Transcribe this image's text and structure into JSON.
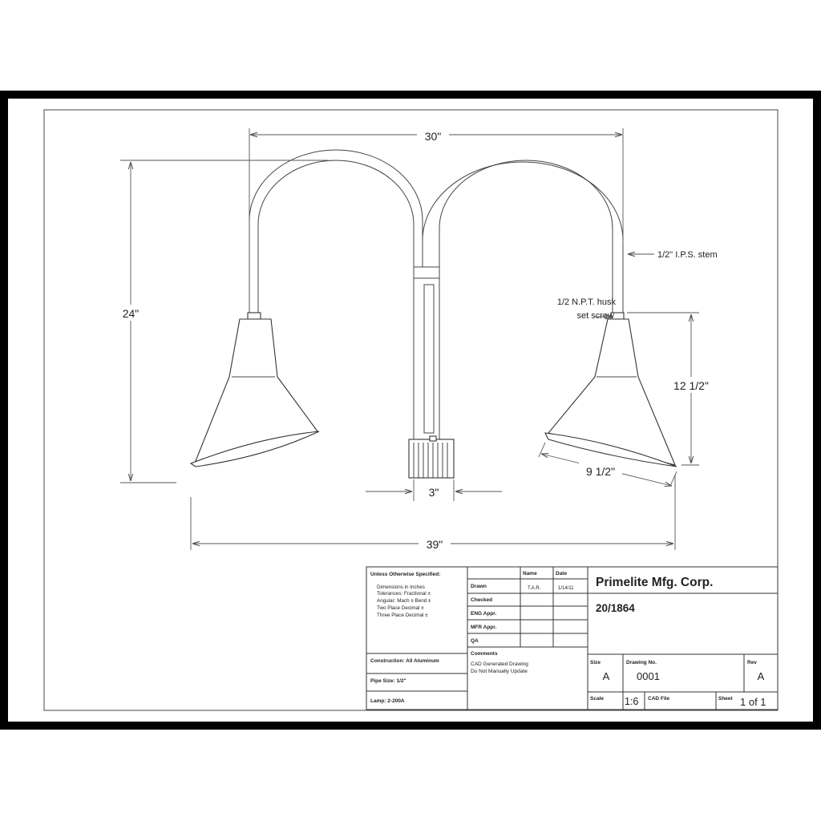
{
  "dimensions": {
    "top_width": "30\"",
    "height": "24\"",
    "lamp_height": "12 1/2\"",
    "lamp_width": "9 1/2\"",
    "pole_width": "3\"",
    "overall_width": "39\""
  },
  "callouts": {
    "stem": "1/2\" I.P.S. stem",
    "husk_line1": "1/2 N.P.T. husk",
    "husk_line2": "set screw"
  },
  "title_block": {
    "specs_heading": "Unless Otherwise Specified:",
    "specs_lines": [
      "Dimensions in Inches",
      "Tolerances: Fractional   ±",
      "Angular: Mach ±    Bend   ±",
      "Two Place Decimal        ±",
      "Three Place Decimal       ±"
    ],
    "construction": "Construction: All Aluminum",
    "pipe_size": "Pipe Size: 1/2\"",
    "lamp": "Lamp: 2-200A",
    "col_name": "Name",
    "col_date": "Date",
    "rows": [
      "Drawn",
      "Checked",
      "ENG Appr.",
      "MFR Appr.",
      "QA"
    ],
    "drawn_name": "T.A.R.",
    "drawn_date": "1/14/11",
    "comments_heading": "Comments",
    "comments_line1": "CAD Generated Drawing",
    "comments_line2": "Do Not Manually Update",
    "company": "Primelite Mfg. Corp.",
    "part_number": "20/1864",
    "size_label": "Size",
    "size_value": "A",
    "drawing_no_label": "Drawing No.",
    "drawing_no_value": "0001",
    "rev_label": "Rev",
    "rev_value": "A",
    "scale_label": "Scale",
    "scale_value": "1:6",
    "cad_file_label": "CAD File",
    "sheet_label": "Sheet",
    "sheet_value": "1 of 1"
  }
}
